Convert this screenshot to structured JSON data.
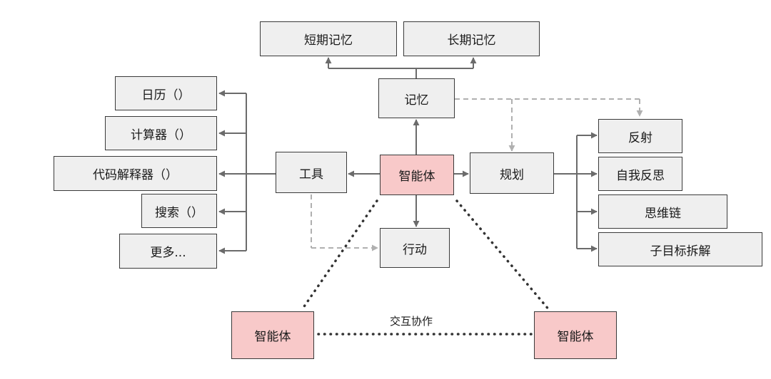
{
  "nodes": {
    "short_term_memory": "短期记忆",
    "long_term_memory": "长期记忆",
    "memory": "记忆",
    "agent": "智能体",
    "tools": "工具",
    "planning": "规划",
    "action": "行动",
    "calendar": "日历（）",
    "calculator": "计算器（）",
    "code_interpreter": "代码解释器（）",
    "search": "搜索（）",
    "more": "更多...",
    "reflection": "反射",
    "self_critique": "自我反思",
    "chain_of_thought": "思维链",
    "subgoal_decomposition": "子目标拆解",
    "agent_left": "智能体",
    "agent_right": "智能体"
  },
  "collaboration_label": "交互协作",
  "colors": {
    "box_fill": "#efefef",
    "agent_fill": "#f8c9c9",
    "border": "#3a3a3a",
    "arrow": "#6b6b6b",
    "dashed_arrow": "#b0b0b0",
    "dots": "#333333"
  }
}
